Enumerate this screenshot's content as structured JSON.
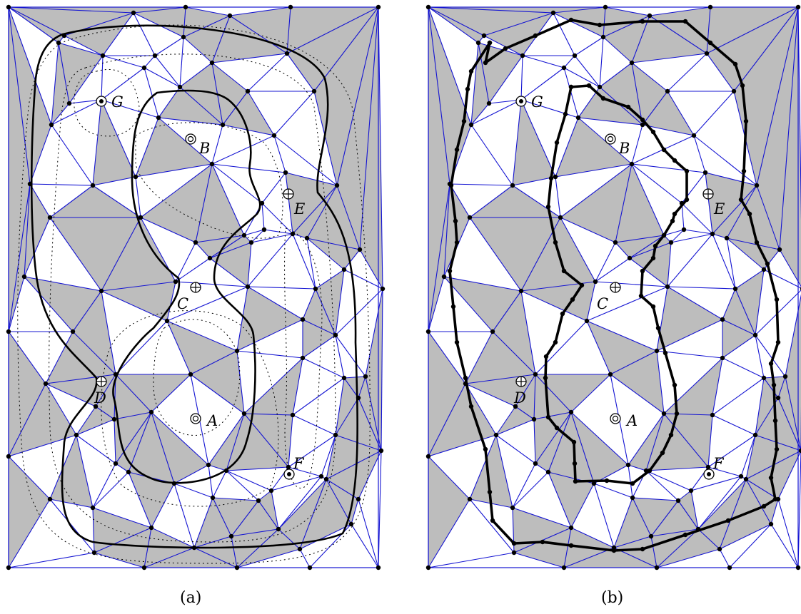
{
  "figure": {
    "panels": [
      {
        "caption": "(a)",
        "points": [
          {
            "label": "G",
            "marker": "dot-in-ring"
          },
          {
            "label": "B",
            "marker": "double-ring"
          },
          {
            "label": "E",
            "marker": "circle-plus"
          },
          {
            "label": "C",
            "marker": "circle-plus"
          },
          {
            "label": "D",
            "marker": "circle-plus"
          },
          {
            "label": "A",
            "marker": "double-ring"
          },
          {
            "label": "F",
            "marker": "dot-in-ring"
          }
        ]
      },
      {
        "caption": "(b)",
        "points": [
          {
            "label": "G",
            "marker": "dot-in-ring"
          },
          {
            "label": "B",
            "marker": "double-ring"
          },
          {
            "label": "E",
            "marker": "circle-plus"
          },
          {
            "label": "C",
            "marker": "circle-plus"
          },
          {
            "label": "D",
            "marker": "circle-plus"
          },
          {
            "label": "A",
            "marker": "double-ring"
          },
          {
            "label": "F",
            "marker": "dot-in-ring"
          }
        ]
      }
    ],
    "colors": {
      "mesh_edges": "#1414d2",
      "shaded_triangles": "#bdbdbd",
      "contour": "#000000",
      "vertices": "#000000"
    }
  }
}
